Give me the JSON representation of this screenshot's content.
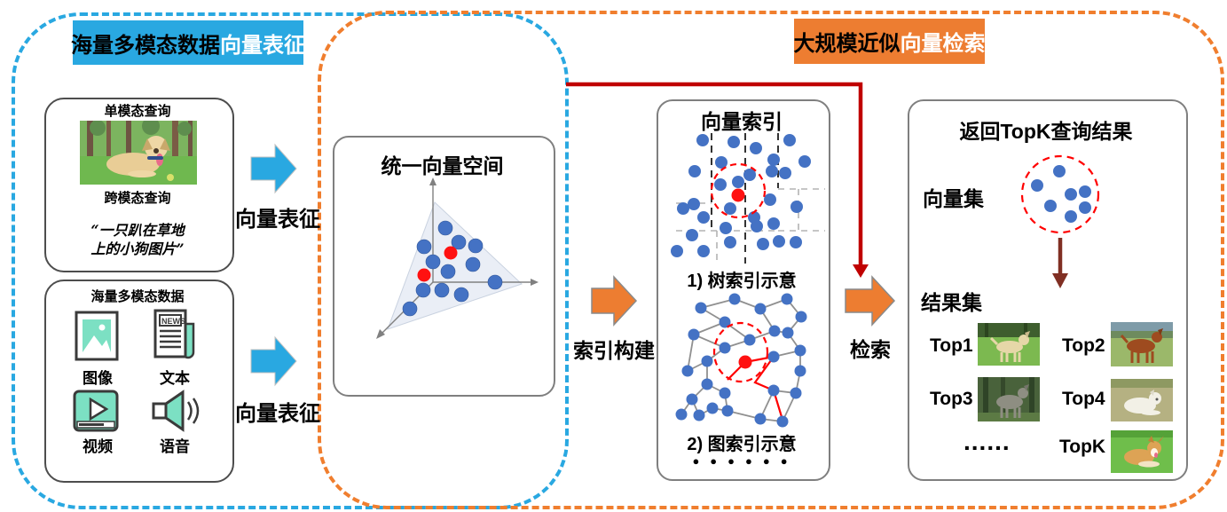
{
  "titles": {
    "left": {
      "black_part": "海量多模态数据",
      "white_part": "向量表征",
      "bg": "#29A8E1"
    },
    "right": {
      "black_part": "大规模近似",
      "white_part": "向量检索",
      "bg": "#ED7D31"
    }
  },
  "query_box": {
    "single_modal_label": "单模态查询",
    "cross_modal_label": "跨模态查询",
    "query_text_line1": "“一只趴在草地",
    "query_text_line2": "上的小狗图片”"
  },
  "data_box": {
    "title": "海量多模态数据",
    "items": [
      {
        "label": "图像",
        "icon": "image-icon"
      },
      {
        "label": "文本",
        "icon": "news-icon"
      },
      {
        "label": "视频",
        "icon": "video-icon"
      },
      {
        "label": "语音",
        "icon": "audio-icon"
      }
    ]
  },
  "arrows": {
    "vector_rep_1": "向量表征",
    "vector_rep_2": "向量表征",
    "index_build": "索引构建",
    "search": "检索"
  },
  "space_box": {
    "title": "统一向量空间"
  },
  "index_box": {
    "title": "向量索引",
    "tree_label": "1) 树索引示意",
    "graph_label": "2) 图索引示意",
    "more_dots": "●●●●●●"
  },
  "result_box": {
    "title": "返回TopK查询结果",
    "vector_set_label": "向量集",
    "result_set_label": "结果集",
    "ellipsis": "......",
    "items": [
      {
        "label": "Top1"
      },
      {
        "label": "Top2"
      },
      {
        "label": "Top3"
      },
      {
        "label": "Top4"
      },
      {
        "label": "TopK"
      }
    ]
  },
  "colors": {
    "cyan": "#29A8E1",
    "orange": "#ED7D31",
    "connector_red": "#C00000",
    "maroon_arrow": "#802F23",
    "dot_blue": "#4472C4",
    "query_dot_red": "#FF0000",
    "icon_mint": "#7CE0C3"
  }
}
